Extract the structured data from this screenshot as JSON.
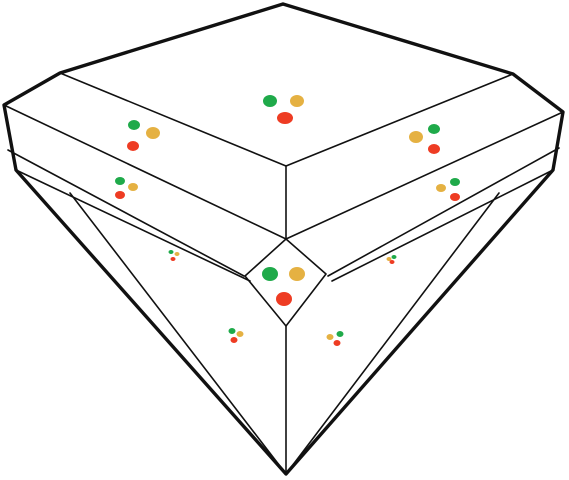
{
  "diagram": {
    "subject": "polyhedron-gem",
    "colors": {
      "background": "#ffffff",
      "stroke": "#111111",
      "green": "#1faa4a",
      "yellow": "#e5b142",
      "red": "#ee3c23"
    },
    "dot_groups": [
      {
        "id": "top-face",
        "count": 3
      },
      {
        "id": "left-band-upper",
        "count": 3
      },
      {
        "id": "right-band-upper",
        "count": 3
      },
      {
        "id": "left-band-lower",
        "count": 3
      },
      {
        "id": "right-band-lower",
        "count": 3
      },
      {
        "id": "left-small",
        "count": 3
      },
      {
        "id": "right-small",
        "count": 3
      },
      {
        "id": "center-facet",
        "count": 3
      },
      {
        "id": "left-pavilion",
        "count": 3
      },
      {
        "id": "right-pavilion",
        "count": 3
      }
    ]
  }
}
